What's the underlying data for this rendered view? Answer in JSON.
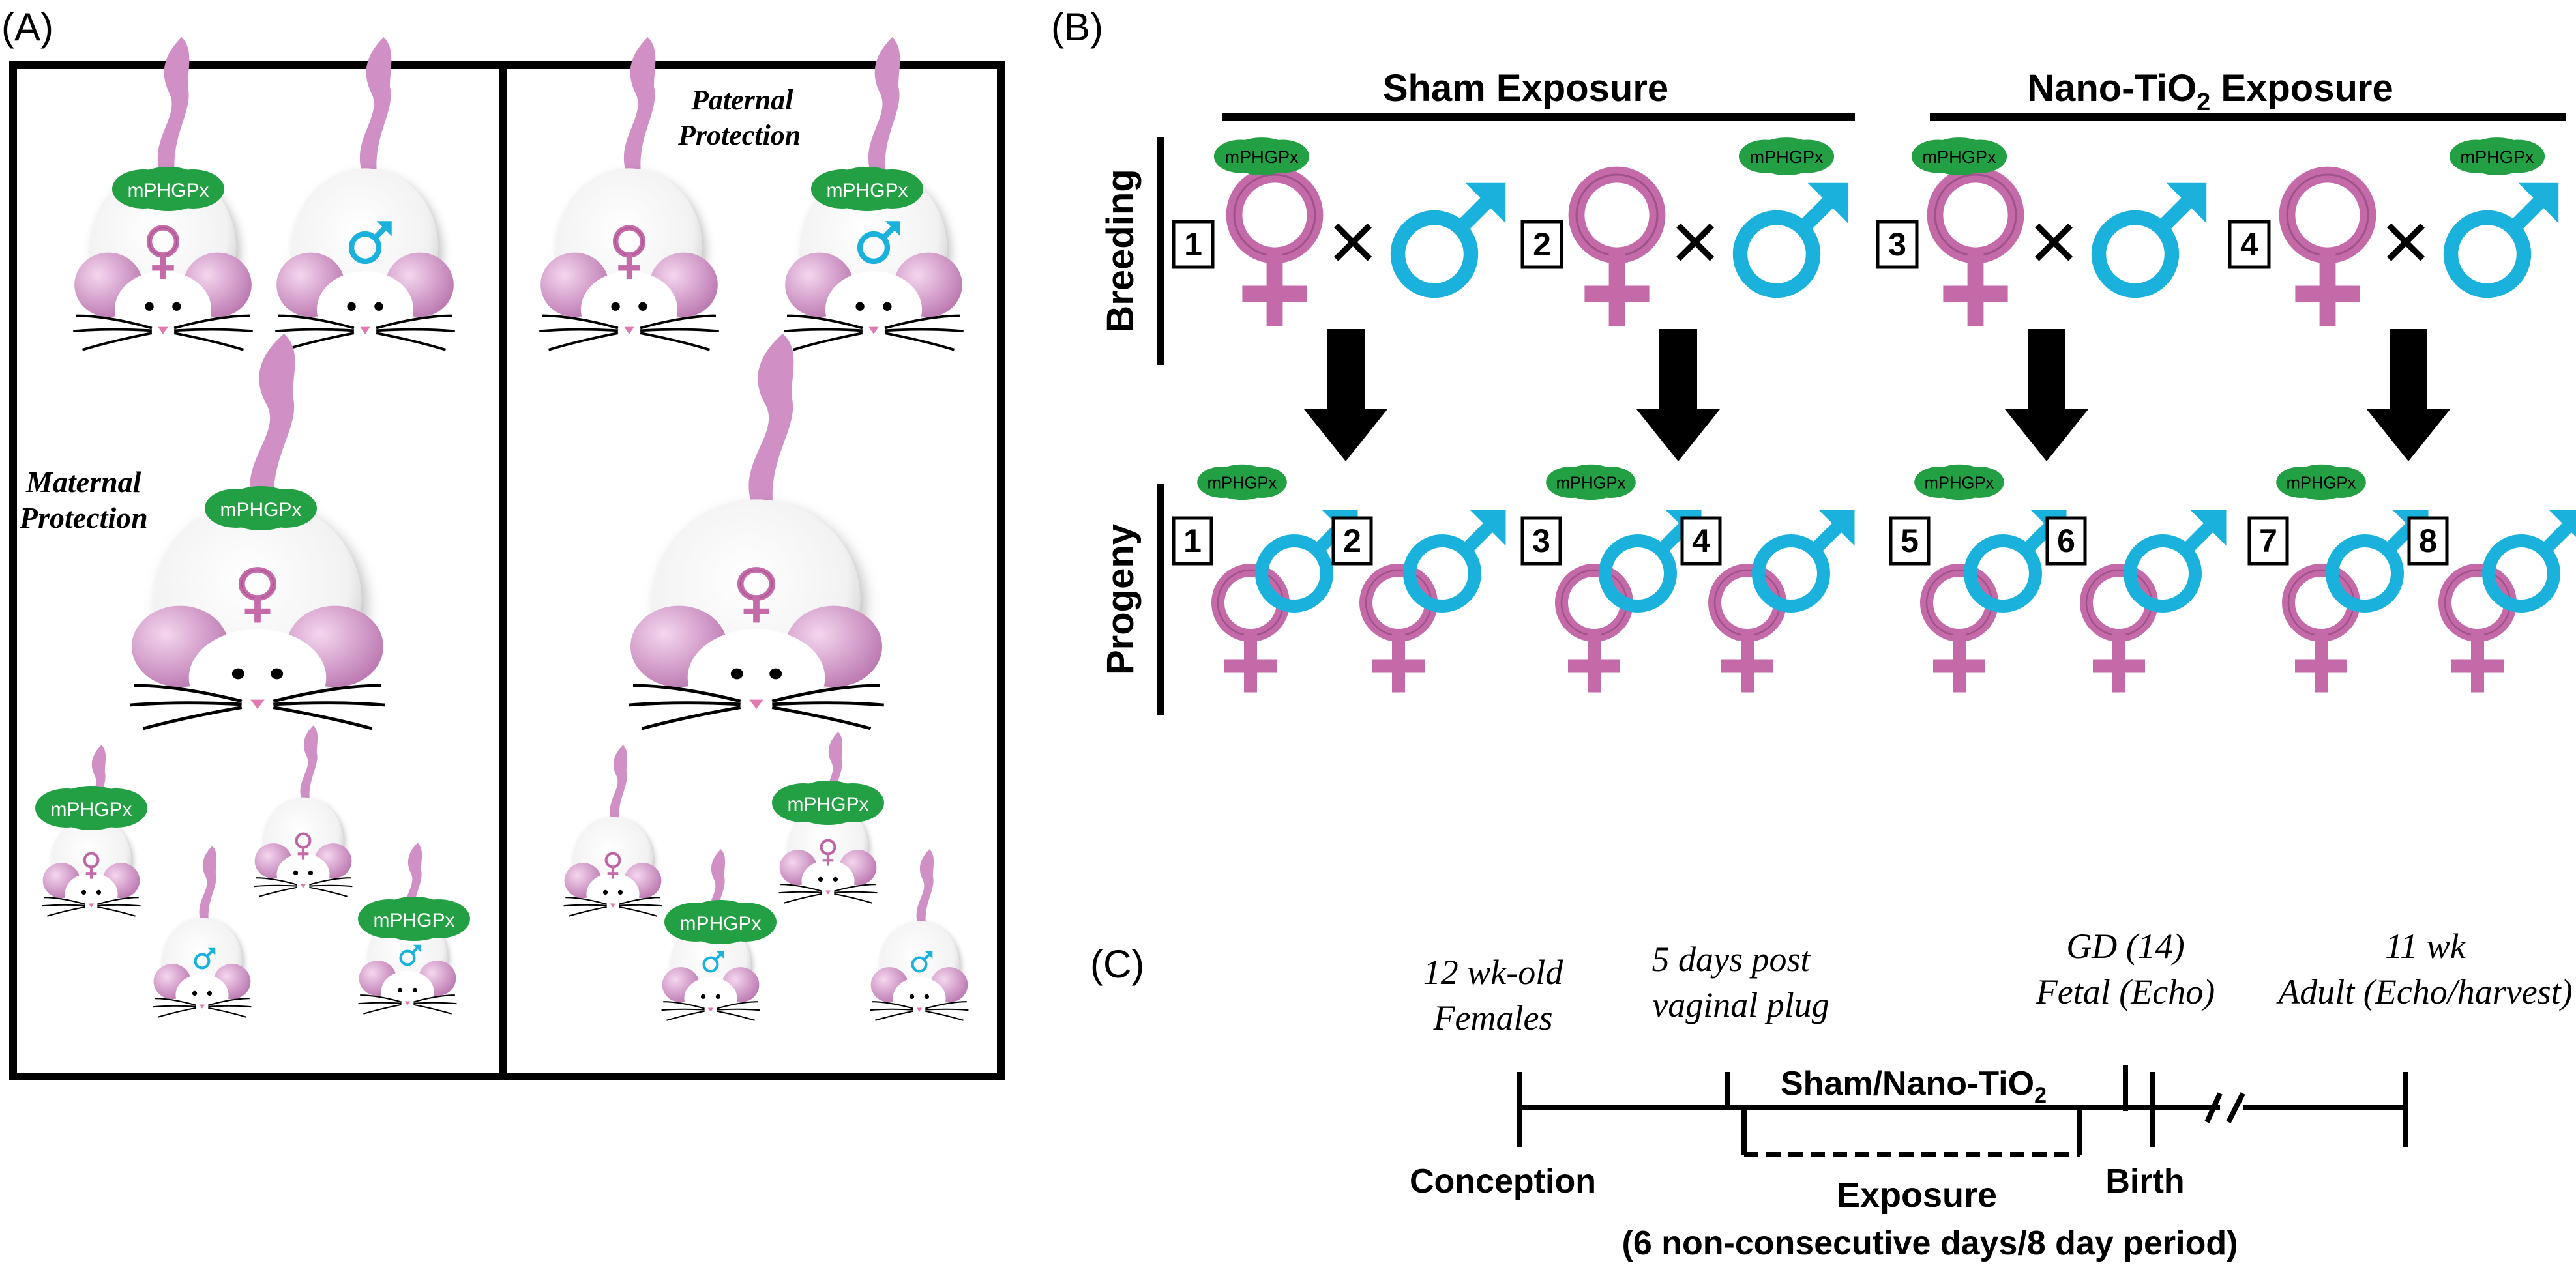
{
  "colors": {
    "female": "#c46aa8",
    "male": "#1ab2dd",
    "tag": "#23a043",
    "ear": "#d9a0d0",
    "tail": "#d090c6",
    "black": "#000000"
  },
  "panelA": {
    "label": "(A)",
    "tag_text": "mPHGPx",
    "left_title_line1": "Maternal",
    "left_title_line2": "Protection",
    "right_title_line1": "Paternal",
    "right_title_line2": "Protection"
  },
  "panelB": {
    "label": "(B)",
    "sham_header": "Sham Exposure",
    "nano_header_main": "Nano-TiO",
    "nano_header_sub": "2",
    "nano_header_end": " Exposure",
    "row_breeding": "Breeding",
    "row_progeny": "Progeny",
    "tag_text": "mPHGPx",
    "cross_symbol": "×",
    "breeding_numbers": [
      "1",
      "2",
      "3",
      "4"
    ],
    "progeny_numbers": [
      "1",
      "2",
      "3",
      "4",
      "5",
      "6",
      "7",
      "8"
    ]
  },
  "panelC": {
    "label": "(C)",
    "lbl_females_1": "12 wk-old",
    "lbl_females_2": "Females",
    "lbl_post_1": "5 days post",
    "lbl_post_2": "vaginal plug",
    "lbl_gd_1": "GD (14)",
    "lbl_gd_2": "Fetal (Echo)",
    "lbl_adult_1": "11 wk",
    "lbl_adult_2": "Adult (Echo/harvest)",
    "sham_main": "Sham/Nano-TiO",
    "sham_sub": "2",
    "conception": "Conception",
    "birth": "Birth",
    "exposure": "Exposure",
    "exposure_detail": "(6 non-consecutive days/8 day period)"
  }
}
